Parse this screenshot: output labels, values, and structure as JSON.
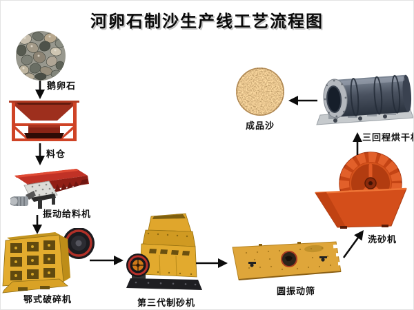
{
  "title": "河卵石制沙生产线工艺流程图",
  "nodes": {
    "pebbles": {
      "label": "鹅卵石"
    },
    "hopper": {
      "label": "料仓"
    },
    "feeder": {
      "label": "振动给料机"
    },
    "jaw_crusher": {
      "label": "鄂式破碎机"
    },
    "sand_maker": {
      "label": "第三代制砂机"
    },
    "vibrating_screen": {
      "label": "圆振动筛"
    },
    "sand_washer": {
      "label": "洗砂机"
    },
    "dryer": {
      "label": "三回程烘干机"
    },
    "finished_sand": {
      "label": "成品沙"
    }
  },
  "flow_order": [
    "鹅卵石",
    "料仓",
    "振动给料机",
    "鄂式破碎机",
    "第三代制砂机",
    "圆振动筛",
    "洗砂机",
    "三回程烘干机",
    "成品沙"
  ],
  "colors": {
    "hopper_red": "#9e2f1d",
    "feeder_red": "#c13226",
    "machine_yellow": "#e2aa2e",
    "screen_orange": "#dfa63a",
    "washer_orange": "#d44e1a",
    "dryer_gray": "#4a5260",
    "arrow_black": "#0c0c0c",
    "sand_brown": "#c08848"
  }
}
